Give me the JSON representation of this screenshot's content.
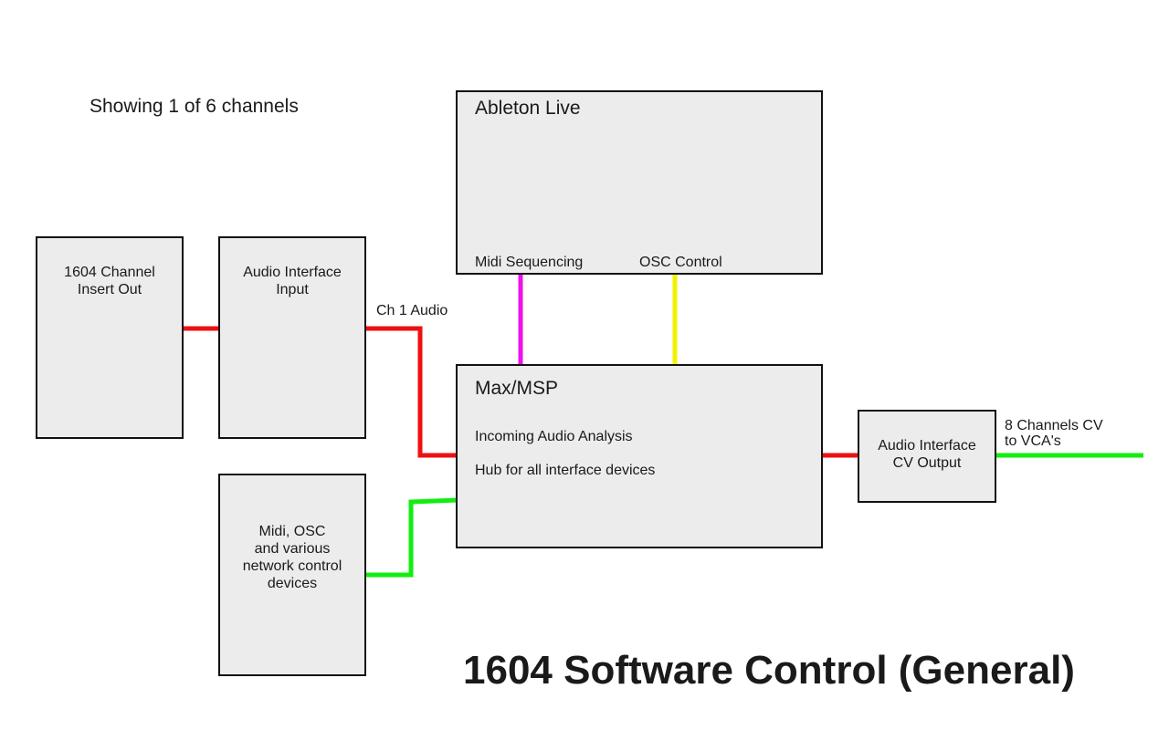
{
  "note": "Showing 1 of 6 channels",
  "title": "1604 Software Control (General)",
  "nodes": {
    "insert_out": {
      "label": "1604 Channel\nInsert Out"
    },
    "audio_input": {
      "label": "Audio Interface\nInput"
    },
    "control_devices": {
      "label": "Midi, OSC\nand various\nnetwork control\ndevices"
    },
    "ableton": {
      "title": "Ableton Live",
      "midi_label": "Midi Sequencing",
      "osc_label": "OSC Control"
    },
    "max": {
      "title": "Max/MSP",
      "line1": "Incoming Audio Analysis",
      "line2": "Hub for all interface devices"
    },
    "cv_output": {
      "label": "Audio Interface\nCV Output"
    }
  },
  "edge_labels": {
    "ch1_audio": "Ch 1 Audio",
    "cv_out": "8 Channels CV\nto VCA's"
  },
  "colors": {
    "audio": "#ee1111",
    "midi": "#ee11ee",
    "osc": "#f2f200",
    "control": "#11ee11"
  }
}
